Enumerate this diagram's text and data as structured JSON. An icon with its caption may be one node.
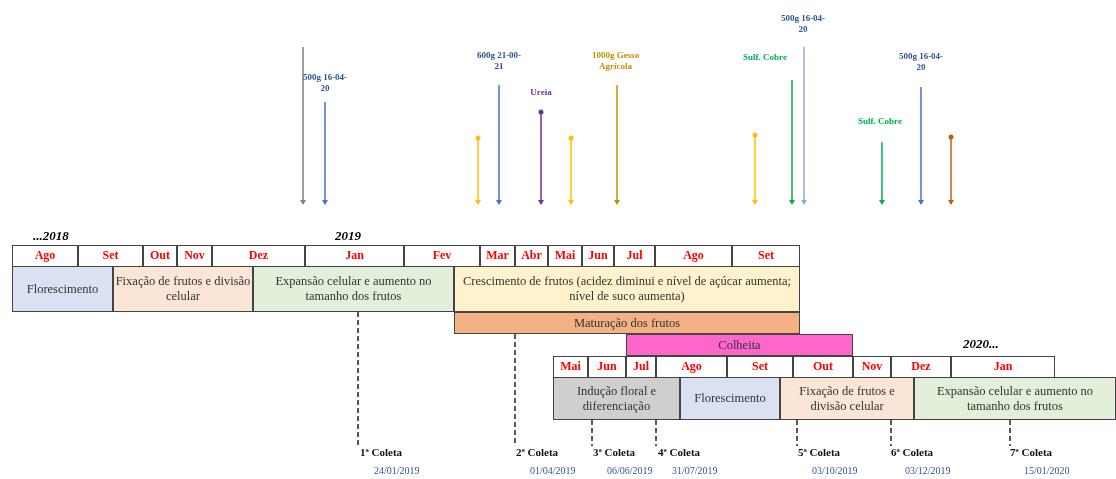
{
  "diagram": {
    "nodes": [
      {
        "text": [
          "Florescimento"
        ]
      },
      {
        "text": [
          "Fixação de frutos e divisão celular"
        ]
      },
      {
        "text": [
          "Expansão celular e aumento no tamanho dos frutos"
        ]
      },
      {
        "text": [
          "Crescimento de frutos (acidez diminui e nível de açúcar aumenta; nível de suco aumenta)"
        ]
      },
      {
        "text": [
          "Maturação dos frutos"
        ]
      },
      {
        "text": [
          "Colheita"
        ]
      },
      {
        "text": [
          "Indução floral e diferenciação"
        ]
      },
      {
        "text": [
          "Florescimento"
        ]
      },
      {
        "text": [
          "Fixação de frutos e divisão celular"
        ]
      },
      {
        "text": [
          "Expansão celular e aumento no tamanho dos frutos"
        ]
      },
      {
        "text": [
          "1ª Coleta"
        ],
        "beside": [
          "24/01/2019"
        ]
      },
      {
        "text": [
          "2ª Coleta"
        ],
        "beside": [
          "01/04/2019"
        ]
      },
      {
        "text": [
          "3ª Coleta"
        ],
        "beside": [
          "06/06/2019"
        ]
      },
      {
        "text": [
          "4ª Coleta"
        ],
        "beside": [
          "31/07/2019"
        ]
      },
      {
        "text": [
          "5ª Coleta"
        ],
        "beside": [
          "03/10/2019"
        ]
      },
      {
        "text": [
          "6ª Coleta"
        ],
        "beside": [
          "03/12/2019"
        ]
      },
      {
        "text": [
          "7ª Coleta"
        ],
        "beside": [
          "15/01/2020"
        ]
      }
    ],
    "edges": [
      {
        "from": 2,
        "to": 10,
        "arrow": "none",
        "style": "dashed"
      },
      {
        "from": 4,
        "to": 11,
        "arrow": "none",
        "style": "dashed"
      },
      {
        "from": 6,
        "to": 12,
        "arrow": "none",
        "style": "dashed"
      },
      {
        "from": 6,
        "to": 13,
        "arrow": "none",
        "style": "dashed"
      },
      {
        "from": 8,
        "to": 14,
        "arrow": "none",
        "style": "dashed"
      },
      {
        "from": 8,
        "to": 15,
        "arrow": "none",
        "style": "dashed"
      },
      {
        "from": 9,
        "to": 16,
        "arrow": "none",
        "style": "dashed"
      }
    ],
    "labels": [
      "500g 16-04-20",
      "600g 21-00-21",
      "1000g Gesso Agrícola",
      "Sulf. Cobre",
      "500g 16-04-20",
      "500g 16-04-20",
      "Ureia",
      "Sulf. Cobre",
      "...2018",
      "2019",
      "Ago",
      "Set",
      "Out",
      "Nov",
      "Dez",
      "Jan",
      "Fev",
      "Mar",
      "Abr",
      "Mai",
      "Jun",
      "Jul",
      "Ago",
      "Set",
      "2020...",
      "Mai",
      "Jun",
      "Jul",
      "Ago",
      "Set",
      "Out",
      "Nov",
      "Dez",
      "Jan"
    ]
  }
}
